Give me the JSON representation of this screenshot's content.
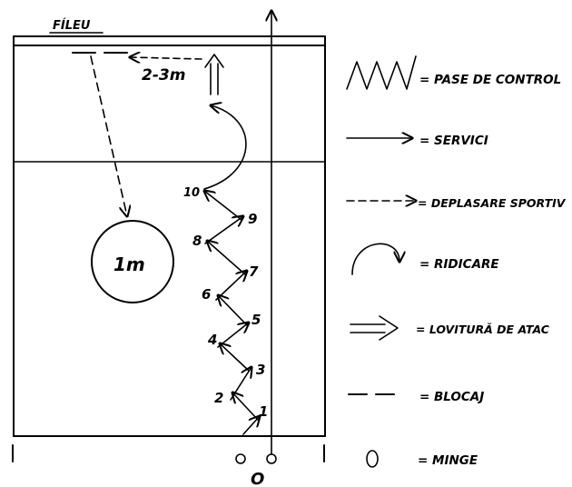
{
  "diagram": {
    "net_label": "FÍLEU",
    "distance_label": "2-3m",
    "circle_label": "1m",
    "origin_label": "O",
    "zigzag_numbers": [
      "1",
      "2",
      "3",
      "4",
      "5",
      "6",
      "7",
      "8",
      "9",
      "10"
    ]
  },
  "legend": {
    "items": [
      {
        "symbol": "zigzag-icon",
        "label": "= PASE DE CONTROL"
      },
      {
        "symbol": "solid-arrow-icon",
        "label": "= SERVICI"
      },
      {
        "symbol": "dashed-arrow-icon",
        "label": "= DEPLASARE SPORTIV"
      },
      {
        "symbol": "curved-arrow-icon",
        "label": "= RIDICARE"
      },
      {
        "symbol": "double-arrow-icon",
        "label": "= LOVITURĂ DE ATAC"
      },
      {
        "symbol": "dashed-line-icon",
        "label": "= BLOCAJ"
      },
      {
        "symbol": "ball-icon",
        "label": "= MINGE"
      }
    ]
  }
}
